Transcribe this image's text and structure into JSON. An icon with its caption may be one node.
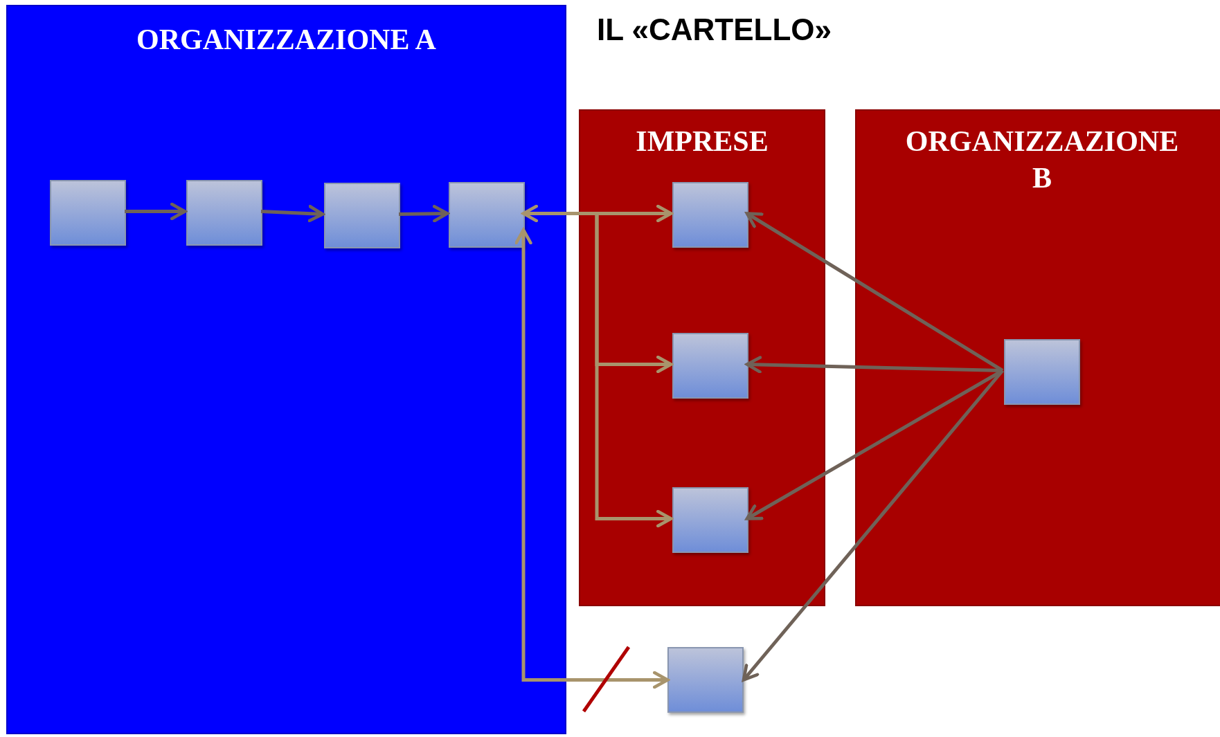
{
  "diagram": {
    "title": "IL «CARTELLO»",
    "nodes": [
      {
        "text": [
          "ORGANIZZAZIONE A"
        ]
      },
      {
        "text": [],
        "shape": "box",
        "in": 0
      },
      {
        "text": [],
        "shape": "box",
        "in": 0
      },
      {
        "text": [],
        "shape": "box",
        "in": 0
      },
      {
        "text": [],
        "shape": "box",
        "in": 0
      },
      {
        "text": [
          "IMPRESE"
        ]
      },
      {
        "text": [],
        "shape": "box",
        "in": 5
      },
      {
        "text": [],
        "shape": "box",
        "in": 5
      },
      {
        "text": [],
        "shape": "box",
        "in": 5
      },
      {
        "text": [
          "ORGANIZZAZIONE B"
        ]
      },
      {
        "text": [],
        "shape": "box",
        "in": 9
      },
      {
        "text": [],
        "shape": "box"
      }
    ],
    "edges": [
      {
        "from": 1,
        "to": 2,
        "arrow": "to"
      },
      {
        "from": 2,
        "to": 3,
        "arrow": "to"
      },
      {
        "from": 3,
        "to": 4,
        "arrow": "to"
      },
      {
        "from": 4,
        "to": 6,
        "arrow": "both",
        "color": "#a8946c"
      },
      {
        "from": 4,
        "to": 7,
        "arrow": "to",
        "color": "#a8946c"
      },
      {
        "from": 4,
        "to": 8,
        "arrow": "to",
        "color": "#a8946c"
      },
      {
        "from": 4,
        "to": 11,
        "arrow": "both",
        "color": "#a8946c"
      },
      {
        "from": 10,
        "to": 6,
        "arrow": "to"
      },
      {
        "from": 10,
        "to": 7,
        "arrow": "to"
      },
      {
        "from": 10,
        "to": 8,
        "arrow": "to"
      },
      {
        "from": 10,
        "to": 11,
        "arrow": "to"
      }
    ]
  }
}
